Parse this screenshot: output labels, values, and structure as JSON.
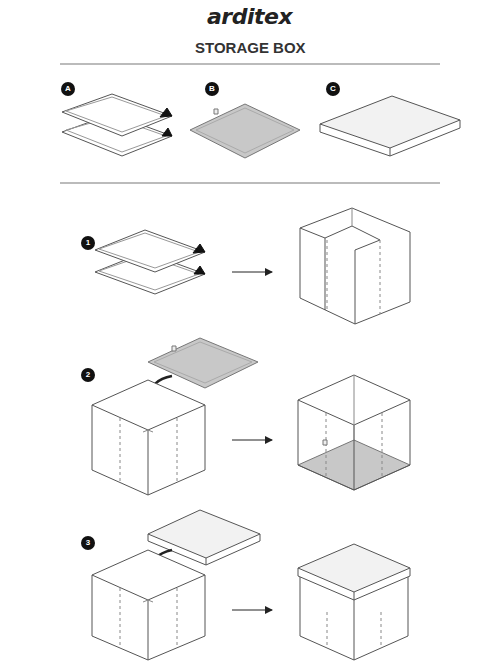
{
  "diagram": {
    "title": "STORAGE BOX",
    "labels": [
      "arditex",
      "A",
      "B",
      "C",
      "1",
      "2",
      "3"
    ]
  }
}
